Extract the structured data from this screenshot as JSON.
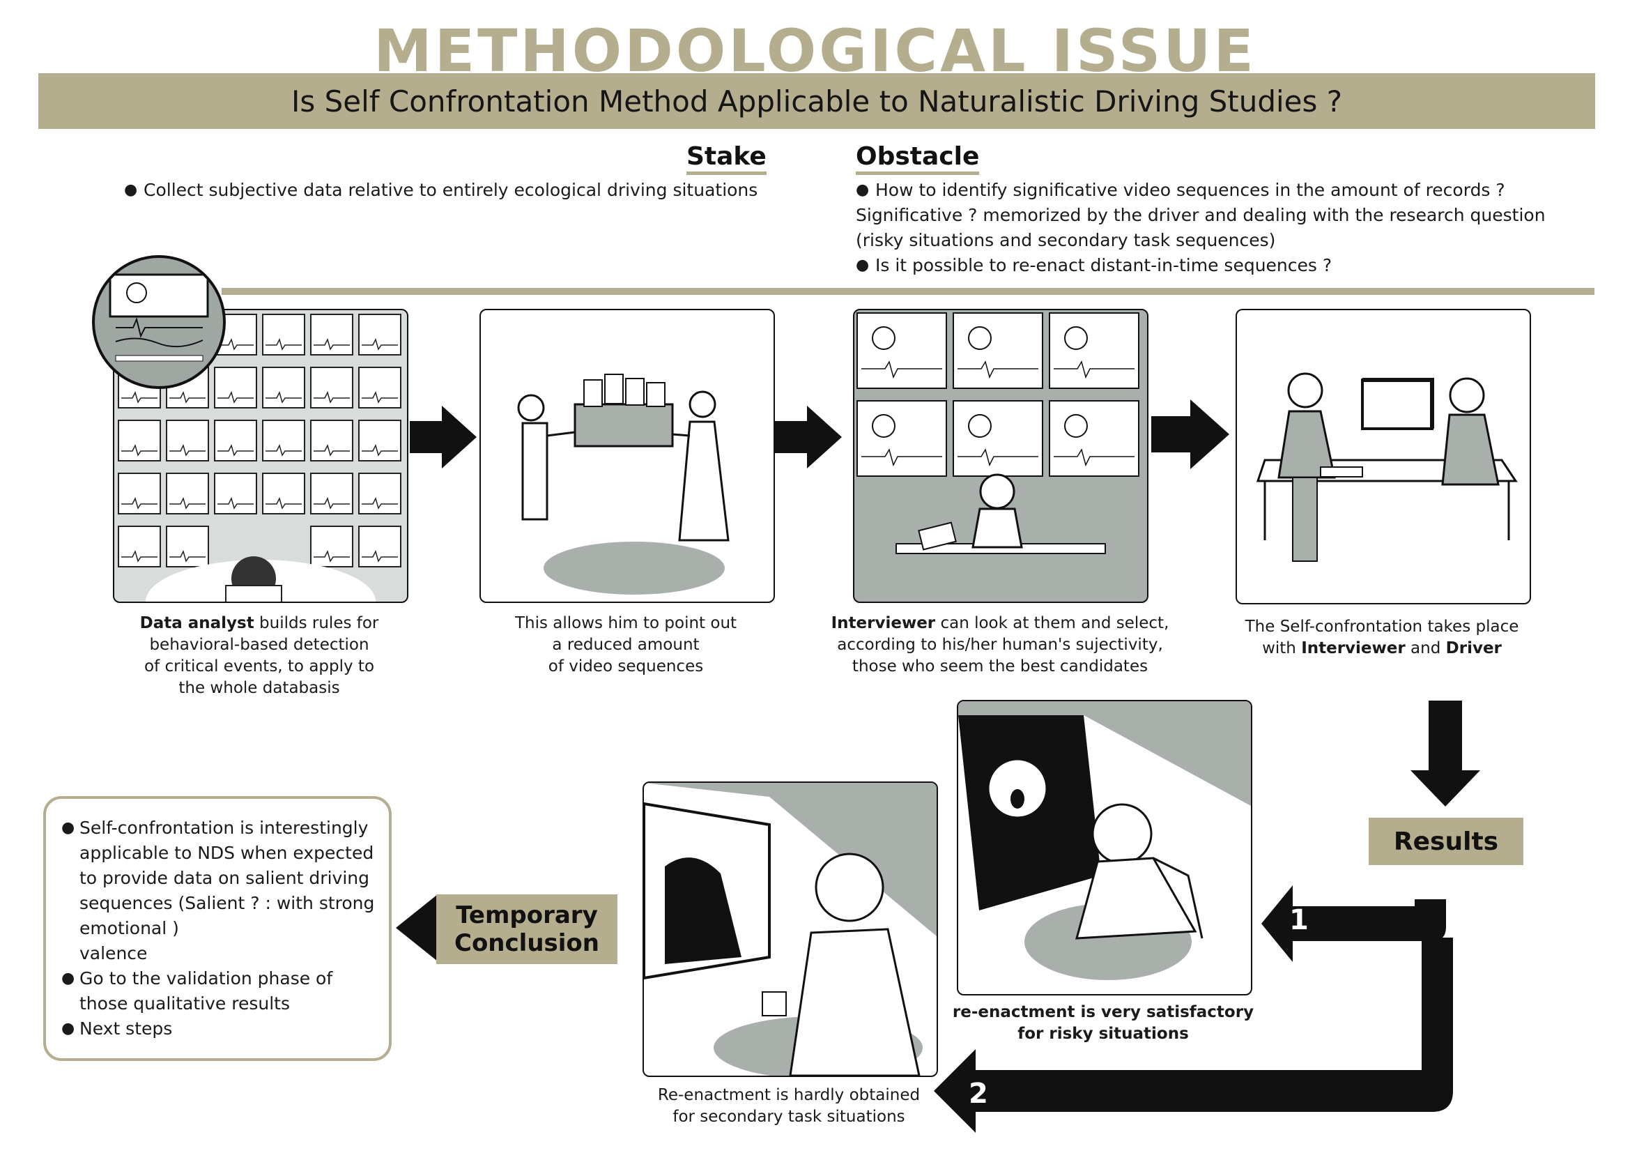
{
  "header": {
    "title": "METHODOLOGICAL ISSUE",
    "question": "Is Self Confrontation Method Applicable to Naturalistic Driving Studies ?"
  },
  "stake": {
    "heading": "Stake",
    "bullet": "Collect subjective data relative to entirely ecological driving situations"
  },
  "obstacle": {
    "heading": "Obstacle",
    "line1": "How to identify significative video sequences in the amount of records ?",
    "line2": "Significative ? memorized by the driver and dealing with the research question",
    "line3": "(risky situations and secondary task sequences)",
    "line4": "Is it possible to re-enact distant-in-time sequences ?"
  },
  "steps": {
    "step1": {
      "bold": "Data analyst",
      "rest1": " builds rules for",
      "rest2": "behavioral-based detection",
      "rest3": "of critical events, to apply to",
      "rest4": "the whole databasis"
    },
    "step2": {
      "line1": "This allows him to point out",
      "line2": "a reduced amount",
      "line3": "of video sequences"
    },
    "step3": {
      "bold": "Interviewer",
      "rest1": " can look at them and select,",
      "rest2": "according to his/her human's sujectivity,",
      "rest3": "those who seem the best candidates"
    },
    "step4": {
      "line1": "The Self-confrontation takes place",
      "pre": "with ",
      "bold1": "Interviewer",
      "mid": " and ",
      "bold2": "Driver"
    }
  },
  "results": {
    "label": "Results",
    "num1": "1",
    "num2": "2",
    "outcome1": {
      "line1": "re-enactment is very satisfactory",
      "line2": "for risky situations"
    },
    "outcome2": {
      "line1": "Re-enactment is hardly obtained",
      "line2": "for secondary task situations"
    }
  },
  "conclusion": {
    "label_line1": "Temporary",
    "label_line2": "Conclusion",
    "items": [
      "Self-confrontation is interestingly\napplicable to NDS when expected\nto provide data on salient driving\nsequences (Salient ? : with strong\nemotional )\nvalence",
      "Go to the validation phase of\n those qualitative results",
      "Next steps"
    ]
  },
  "colors": {
    "accent": "#b4ad8e",
    "panel_gray": "#a9b0ac",
    "ink": "#111111"
  },
  "illustrations": {
    "panel1": "video-wall-analyst",
    "panel2": "handing-box-of-videos",
    "panel3": "interviewer-at-monitors",
    "panel4": "interview-table-scene",
    "panel5": "startled-driver-re-enactment",
    "panel6": "calm-driver-with-cup"
  }
}
